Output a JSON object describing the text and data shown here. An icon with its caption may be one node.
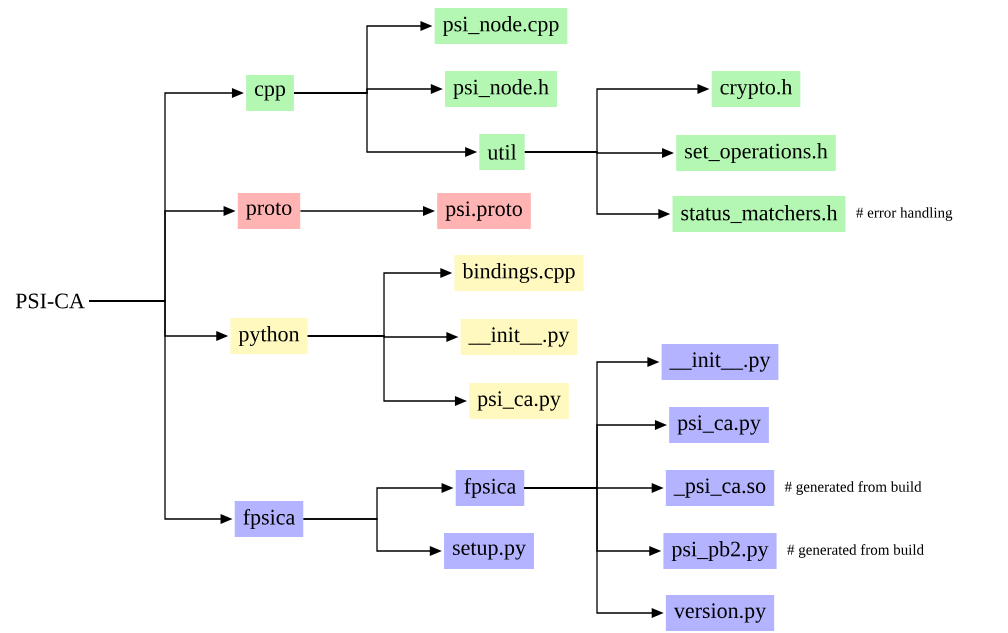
{
  "diagram": {
    "nodes": [
      {
        "text": [
          "PSI-CA"
        ]
      },
      {
        "text": [
          "cpp"
        ]
      },
      {
        "text": [
          "psi_node.cpp"
        ]
      },
      {
        "text": [
          "psi_node.h"
        ]
      },
      {
        "text": [
          "util"
        ]
      },
      {
        "text": [
          "crypto.h"
        ]
      },
      {
        "text": [
          "set_operations.h"
        ]
      },
      {
        "text": [
          "status_matchers.h"
        ],
        "beside": [
          "# error handling"
        ]
      },
      {
        "text": [
          "proto"
        ]
      },
      {
        "text": [
          "psi.proto"
        ]
      },
      {
        "text": [
          "python"
        ]
      },
      {
        "text": [
          "bindings.cpp"
        ]
      },
      {
        "text": [
          "__init__.py"
        ]
      },
      {
        "text": [
          "psi_ca.py"
        ]
      },
      {
        "text": [
          "fpsica"
        ]
      },
      {
        "text": [
          "fpsica"
        ]
      },
      {
        "text": [
          "setup.py"
        ]
      },
      {
        "text": [
          "__init__.py"
        ]
      },
      {
        "text": [
          "psi_ca.py"
        ]
      },
      {
        "text": [
          "_psi_ca.so"
        ],
        "beside": [
          "# generated from build"
        ]
      },
      {
        "text": [
          "psi_pb2.py"
        ],
        "beside": [
          "# generated from build"
        ]
      },
      {
        "text": [
          "version.py"
        ]
      }
    ],
    "edges": [
      {
        "from": 0,
        "to": 1,
        "arrow": "to"
      },
      {
        "from": 0,
        "to": 8,
        "arrow": "to"
      },
      {
        "from": 0,
        "to": 10,
        "arrow": "to"
      },
      {
        "from": 0,
        "to": 14,
        "arrow": "to"
      },
      {
        "from": 1,
        "to": 2,
        "arrow": "to"
      },
      {
        "from": 1,
        "to": 3,
        "arrow": "to"
      },
      {
        "from": 1,
        "to": 4,
        "arrow": "to"
      },
      {
        "from": 4,
        "to": 5,
        "arrow": "to"
      },
      {
        "from": 4,
        "to": 6,
        "arrow": "to"
      },
      {
        "from": 4,
        "to": 7,
        "arrow": "to"
      },
      {
        "from": 8,
        "to": 9,
        "arrow": "to"
      },
      {
        "from": 10,
        "to": 11,
        "arrow": "to"
      },
      {
        "from": 10,
        "to": 12,
        "arrow": "to"
      },
      {
        "from": 10,
        "to": 13,
        "arrow": "to"
      },
      {
        "from": 14,
        "to": 15,
        "arrow": "to"
      },
      {
        "from": 14,
        "to": 16,
        "arrow": "to"
      },
      {
        "from": 15,
        "to": 17,
        "arrow": "to"
      },
      {
        "from": 15,
        "to": 18,
        "arrow": "to"
      },
      {
        "from": 15,
        "to": 19,
        "arrow": "to"
      },
      {
        "from": 15,
        "to": 20,
        "arrow": "to"
      },
      {
        "from": 15,
        "to": 21,
        "arrow": "to"
      }
    ]
  }
}
